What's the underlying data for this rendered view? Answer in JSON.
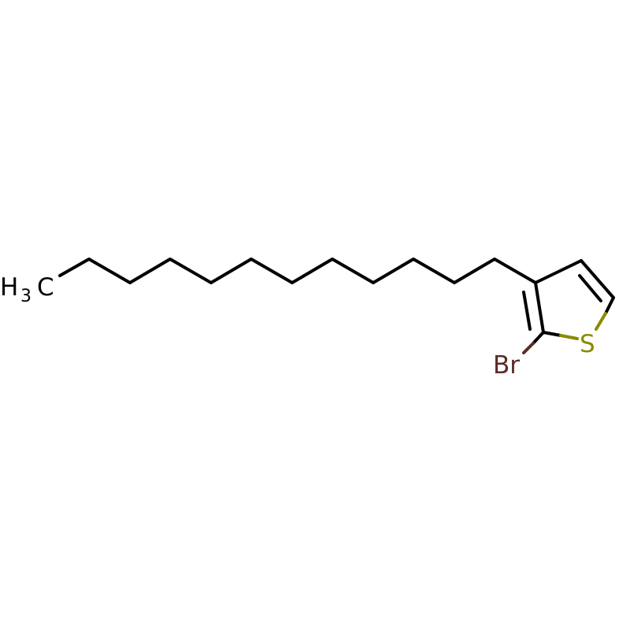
{
  "molecule": {
    "labels": {
      "methyl_h": "H",
      "methyl_sub": "3",
      "methyl_c": "C",
      "bromine": "Br",
      "sulfur": "S"
    },
    "colors": {
      "carbon": "#000000",
      "bromine": "#5c2a26",
      "sulfur": "#8a8a00"
    }
  }
}
